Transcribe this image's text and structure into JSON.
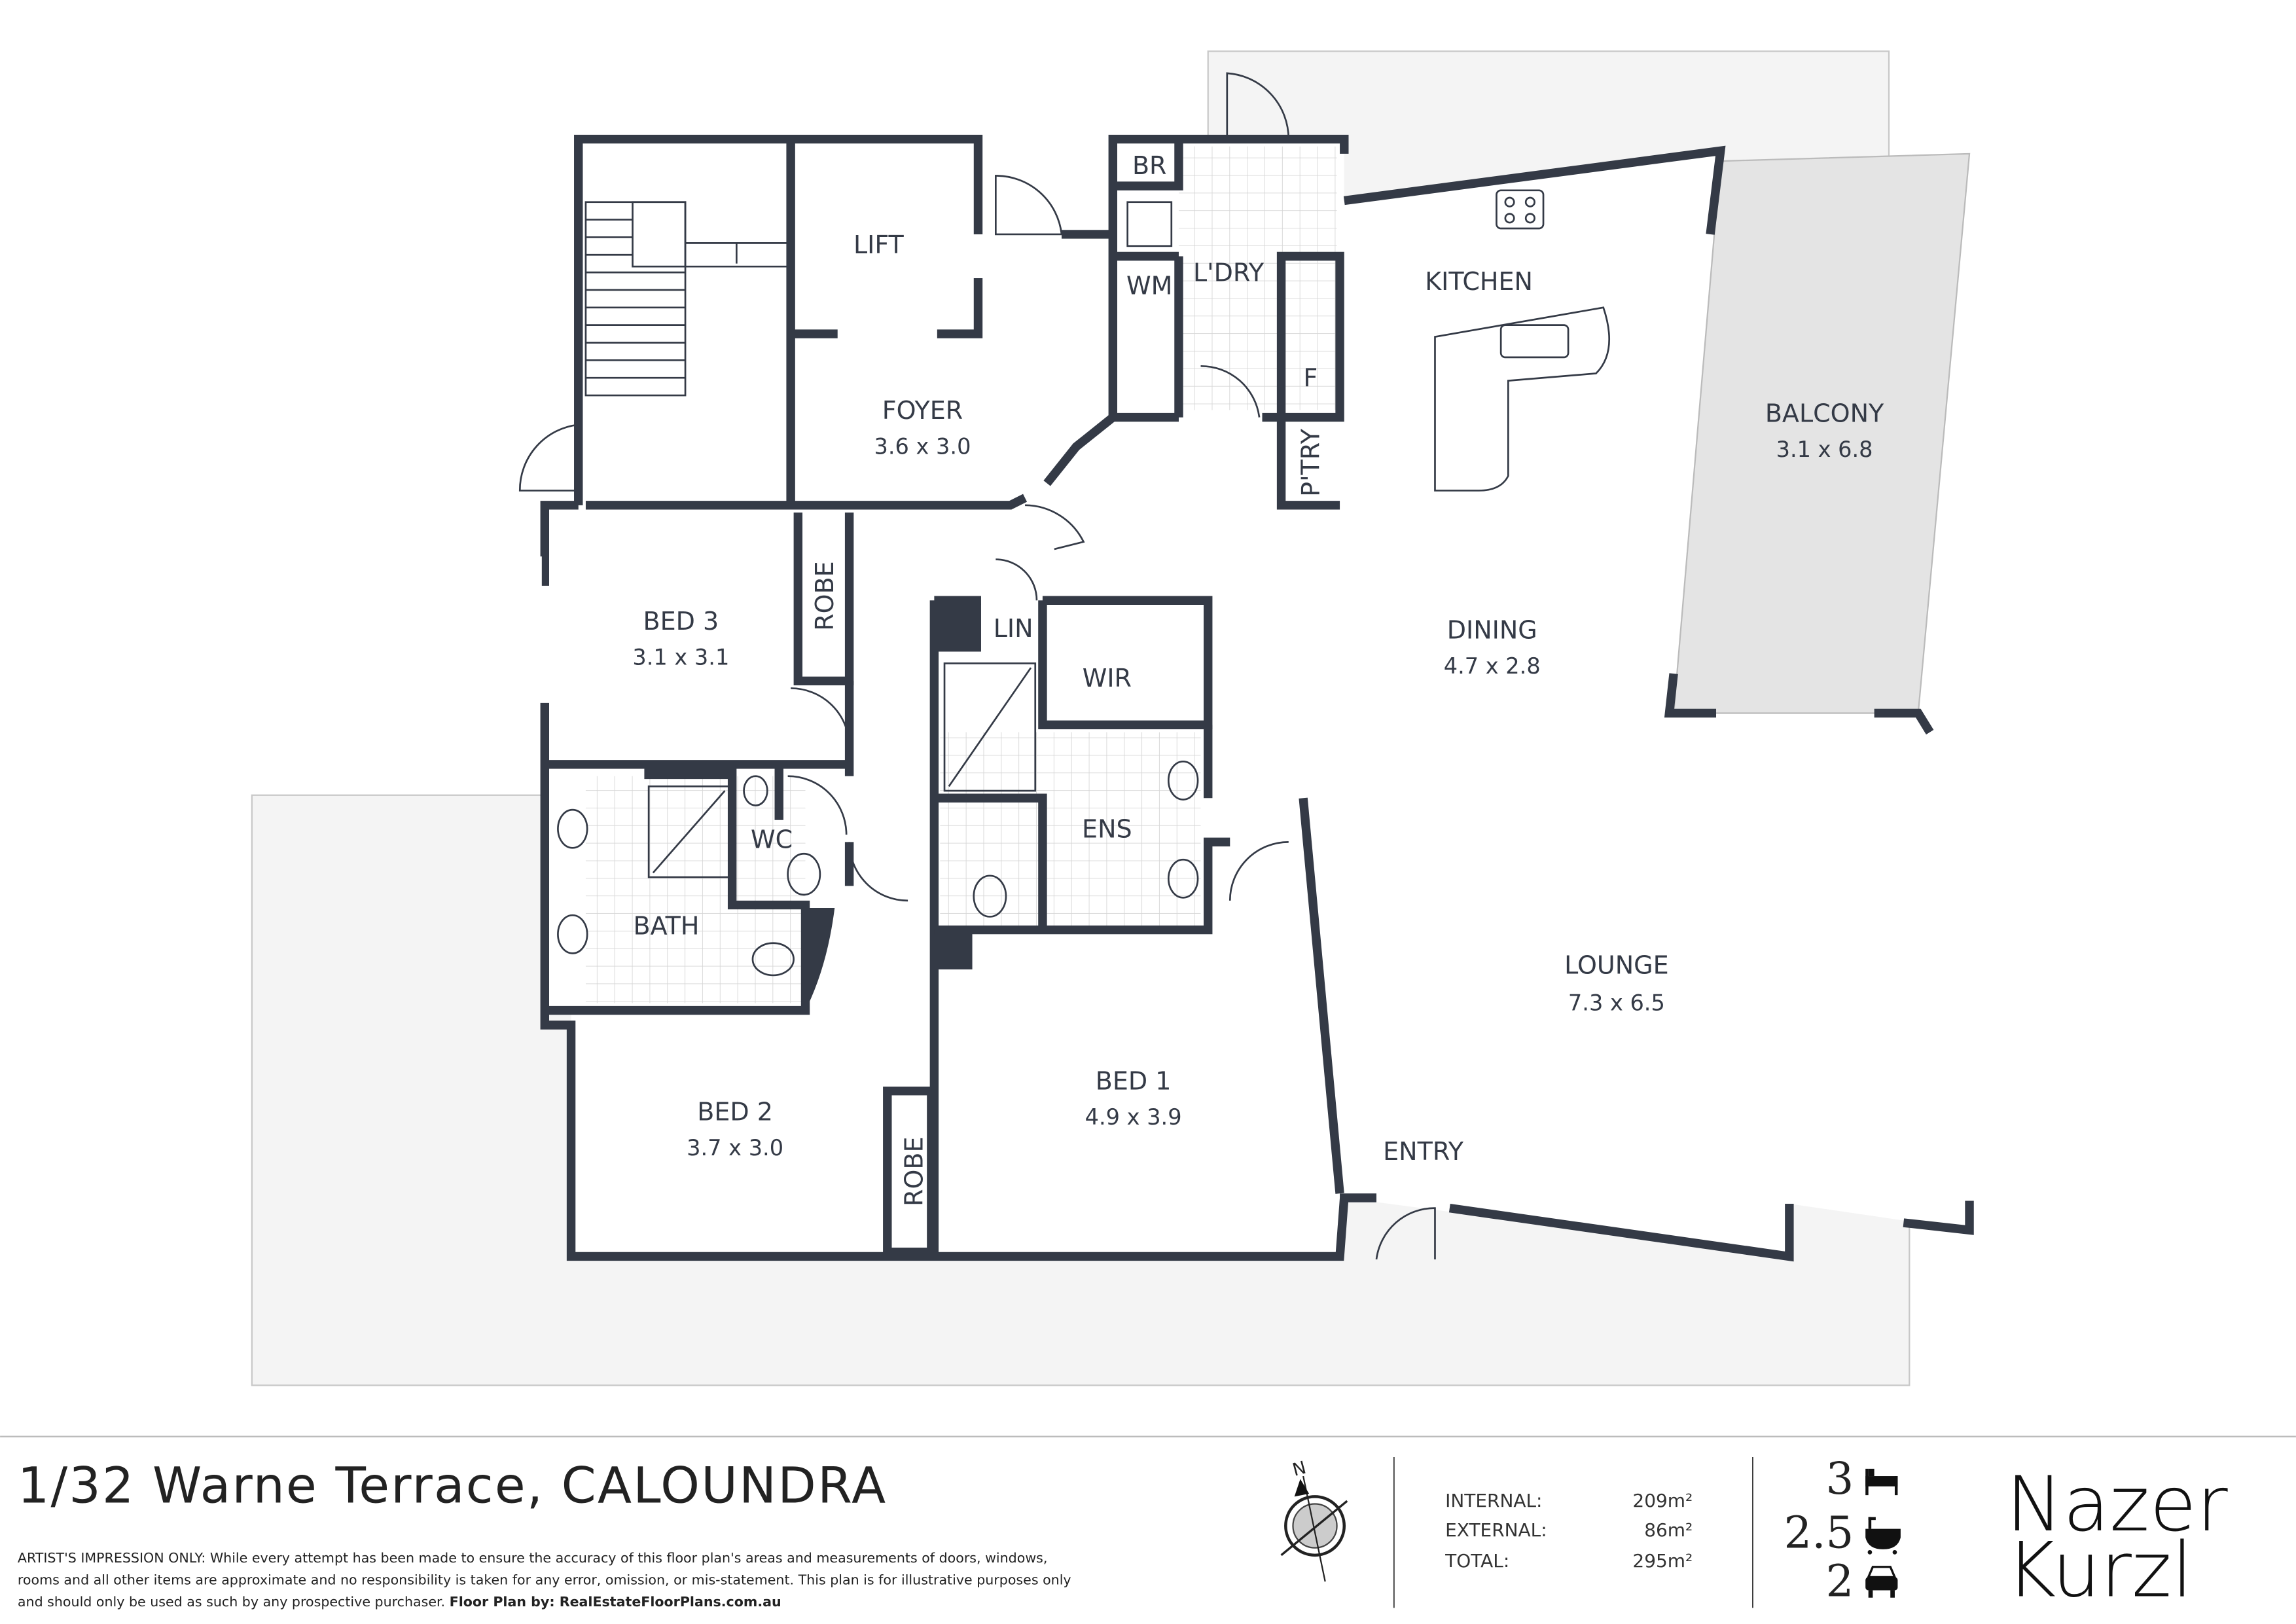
{
  "rooms": {
    "lift": {
      "name": "LIFT"
    },
    "foyer": {
      "name": "FOYER",
      "size": "3.6 x 3.0"
    },
    "br": {
      "name": "BR"
    },
    "wm": {
      "name": "WM"
    },
    "laundry": {
      "name": "L'DRY"
    },
    "kitchen": {
      "name": "KITCHEN"
    },
    "fridge": {
      "name": "F"
    },
    "pantry": {
      "name": "P'TRY"
    },
    "balcony": {
      "name": "BALCONY",
      "size": "3.1 x 6.8"
    },
    "bed3": {
      "name": "BED 3",
      "size": "3.1 x 3.1"
    },
    "robe1": {
      "name": "ROBE"
    },
    "lin": {
      "name": "LIN"
    },
    "wir": {
      "name": "WIR"
    },
    "dining": {
      "name": "DINING",
      "size": "4.7 x 2.8"
    },
    "wc": {
      "name": "WC"
    },
    "ens": {
      "name": "ENS"
    },
    "bath": {
      "name": "BATH"
    },
    "lounge": {
      "name": "LOUNGE",
      "size": "7.3 x 6.5"
    },
    "bed1": {
      "name": "BED 1",
      "size": "4.9 x 3.9"
    },
    "bed2": {
      "name": "BED 2",
      "size": "3.7 x 3.0"
    },
    "robe2": {
      "name": "ROBE"
    },
    "entry": {
      "name": "ENTRY"
    }
  },
  "footer": {
    "address": "1/32 Warne Terrace, CALOUNDRA",
    "disclaimer_lines": [
      "ARTIST'S IMPRESSION ONLY: While every attempt has been made to ensure the accuracy of this floor plan's areas and measurements of doors, windows,",
      "rooms and all other items are approximate and no responsibility is taken for any error, omission, or mis-statement. This plan is for illustrative purposes only",
      "and should only be used as such by any prospective purchaser."
    ],
    "credit": "Floor Plan by: RealEstateFloorPlans.com.au",
    "compass_label": "N",
    "areas": [
      {
        "label": "INTERNAL:",
        "value": "209m²"
      },
      {
        "label": "EXTERNAL:",
        "value": "86m²"
      },
      {
        "label": "TOTAL:",
        "value": "295m²"
      }
    ],
    "features": [
      {
        "count": "3",
        "icon": "bed-icon"
      },
      {
        "count": "2.5",
        "icon": "bath-icon"
      },
      {
        "count": "2",
        "icon": "car-icon"
      }
    ],
    "brand": [
      "Nazer",
      "Kurzl"
    ]
  },
  "colors": {
    "wall": "#343a46",
    "balcony": "#e4e4e4",
    "terrace": "#f4f4f4"
  }
}
